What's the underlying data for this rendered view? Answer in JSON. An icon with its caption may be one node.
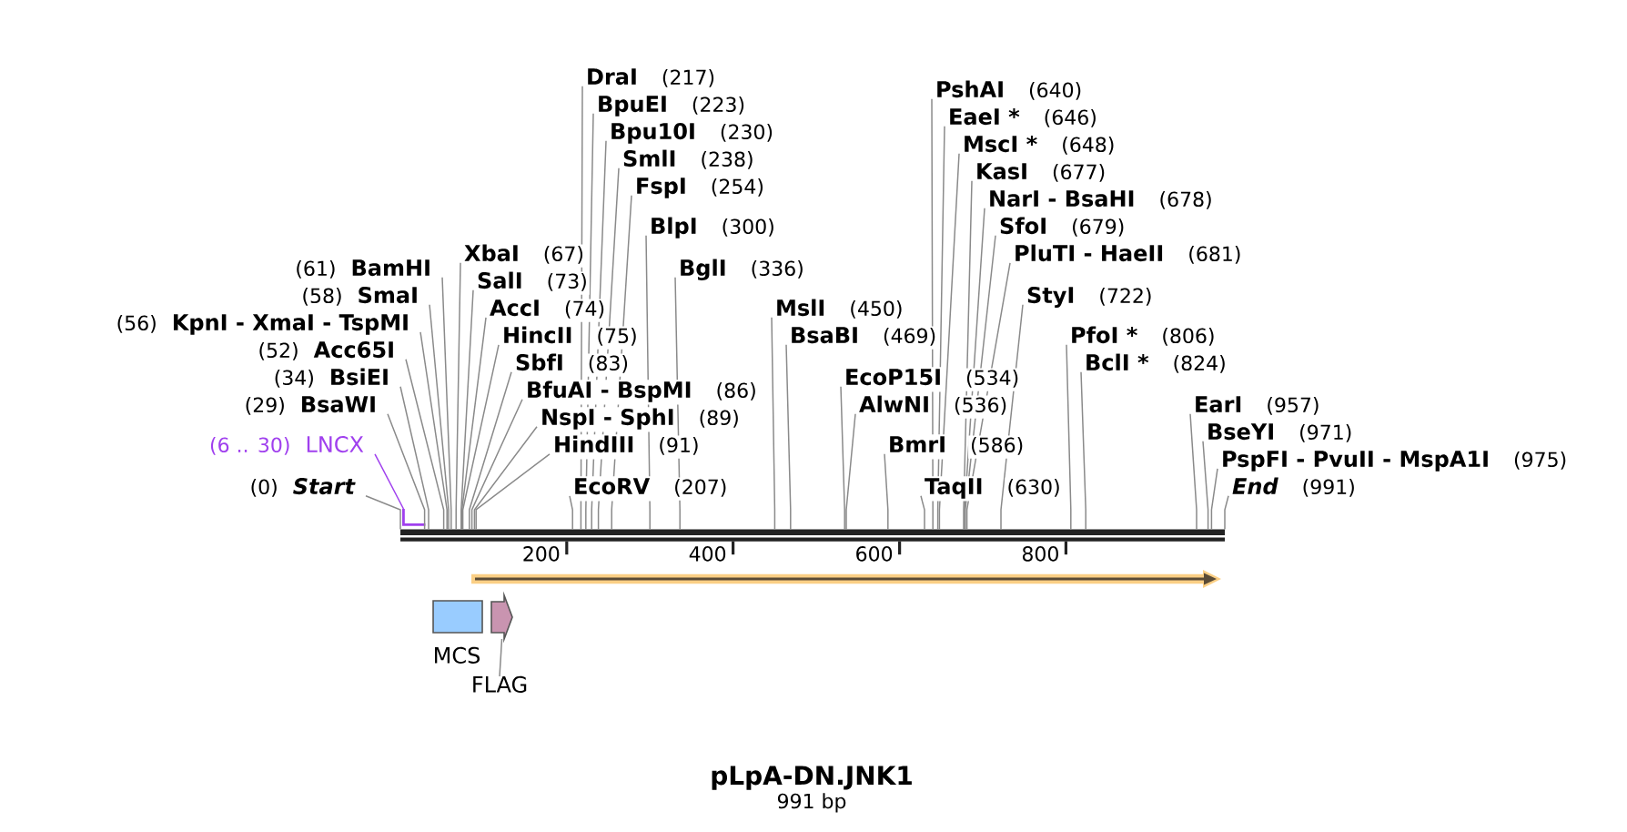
{
  "diagram": {
    "title": "pLpA-DN.JNK1",
    "caption": "991 bp",
    "nodes": [
      {
        "text": [
          "Start"
        ],
        "beside": [
          "(0)"
        ]
      },
      {
        "text": [
          "LNCX"
        ],
        "beside": [
          "(6 .. 30)"
        ]
      },
      {
        "text": [
          "BsaWI"
        ],
        "beside": [
          "(29)"
        ]
      },
      {
        "text": [
          "BsiEI"
        ],
        "beside": [
          "(34)"
        ]
      },
      {
        "text": [
          "Acc65I"
        ],
        "beside": [
          "(52)"
        ]
      },
      {
        "text": [
          "KpnI - XmaI - TspMI"
        ],
        "beside": [
          "(56)"
        ]
      },
      {
        "text": [
          "SmaI"
        ],
        "beside": [
          "(58)"
        ]
      },
      {
        "text": [
          "BamHI"
        ],
        "beside": [
          "(61)"
        ]
      },
      {
        "text": [
          "XbaI"
        ],
        "beside": [
          "(67)"
        ]
      },
      {
        "text": [
          "SalI"
        ],
        "beside": [
          "(73)"
        ]
      },
      {
        "text": [
          "AccI"
        ],
        "beside": [
          "(74)"
        ]
      },
      {
        "text": [
          "HincII"
        ],
        "beside": [
          "(75)"
        ]
      },
      {
        "text": [
          "SbfI"
        ],
        "beside": [
          "(83)"
        ]
      },
      {
        "text": [
          "BfuAI - BspMI"
        ],
        "beside": [
          "(86)"
        ]
      },
      {
        "text": [
          "NspI - SphI"
        ],
        "beside": [
          "(89)"
        ]
      },
      {
        "text": [
          "HindIII"
        ],
        "beside": [
          "(91)"
        ]
      },
      {
        "text": [
          "EcoRV"
        ],
        "beside": [
          "(207)"
        ]
      },
      {
        "text": [
          "DraI"
        ],
        "beside": [
          "(217)"
        ]
      },
      {
        "text": [
          "BpuEI"
        ],
        "beside": [
          "(223)"
        ]
      },
      {
        "text": [
          "Bpu10I"
        ],
        "beside": [
          "(230)"
        ]
      },
      {
        "text": [
          "SmlI"
        ],
        "beside": [
          "(238)"
        ]
      },
      {
        "text": [
          "FspI"
        ],
        "beside": [
          "(254)"
        ]
      },
      {
        "text": [
          "BlpI"
        ],
        "beside": [
          "(300)"
        ]
      },
      {
        "text": [
          "BglI"
        ],
        "beside": [
          "(336)"
        ]
      },
      {
        "text": [
          "MslI"
        ],
        "beside": [
          "(450)"
        ]
      },
      {
        "text": [
          "BsaBI"
        ],
        "beside": [
          "(469)"
        ]
      },
      {
        "text": [
          "EcoP15I"
        ],
        "beside": [
          "(534)"
        ]
      },
      {
        "text": [
          "AlwNI"
        ],
        "beside": [
          "(536)"
        ]
      },
      {
        "text": [
          "BmrI"
        ],
        "beside": [
          "(586)"
        ]
      },
      {
        "text": [
          "TaqII"
        ],
        "beside": [
          "(630)"
        ]
      },
      {
        "text": [
          "PshAI"
        ],
        "beside": [
          "(640)"
        ]
      },
      {
        "text": [
          "EaeI *"
        ],
        "beside": [
          "(646)"
        ]
      },
      {
        "text": [
          "MscI *"
        ],
        "beside": [
          "(648)"
        ]
      },
      {
        "text": [
          "KasI"
        ],
        "beside": [
          "(677)"
        ]
      },
      {
        "text": [
          "NarI - BsaHI"
        ],
        "beside": [
          "(678)"
        ]
      },
      {
        "text": [
          "SfoI"
        ],
        "beside": [
          "(679)"
        ]
      },
      {
        "text": [
          "PluTI - HaeII"
        ],
        "beside": [
          "(681)"
        ]
      },
      {
        "text": [
          "StyI"
        ],
        "beside": [
          "(722)"
        ]
      },
      {
        "text": [
          "PfoI *"
        ],
        "beside": [
          "(806)"
        ]
      },
      {
        "text": [
          "BclI *"
        ],
        "beside": [
          "(824)"
        ]
      },
      {
        "text": [
          "EarI"
        ],
        "beside": [
          "(957)"
        ]
      },
      {
        "text": [
          "BseYI"
        ],
        "beside": [
          "(971)"
        ]
      },
      {
        "text": [
          "PspFI - PvuII - MspA1I"
        ],
        "beside": [
          "(975)"
        ]
      },
      {
        "text": [
          "End"
        ],
        "beside": [
          "(991)"
        ]
      },
      {
        "text": [],
        "shape": "bar"
      },
      {
        "text": [],
        "shape": "bracket"
      },
      {
        "text": [],
        "shape": "arrow"
      },
      {
        "text": [
          "MCS"
        ]
      },
      {
        "text": [],
        "shape": "pentagon"
      },
      {
        "text": [
          "FLAG"
        ]
      }
    ],
    "edges": [
      {
        "from": 0,
        "to": 44,
        "arrow": "none"
      },
      {
        "from": 1,
        "to": 45,
        "arrow": "none",
        "color": "#a040ee"
      },
      {
        "from": 2,
        "to": 44,
        "arrow": "none"
      },
      {
        "from": 3,
        "to": 44,
        "arrow": "none"
      },
      {
        "from": 4,
        "to": 44,
        "arrow": "none"
      },
      {
        "from": 5,
        "to": 44,
        "arrow": "none"
      },
      {
        "from": 6,
        "to": 44,
        "arrow": "none"
      },
      {
        "from": 7,
        "to": 44,
        "arrow": "none"
      },
      {
        "from": 8,
        "to": 44,
        "arrow": "none"
      },
      {
        "from": 9,
        "to": 44,
        "arrow": "none"
      },
      {
        "from": 10,
        "to": 44,
        "arrow": "none"
      },
      {
        "from": 11,
        "to": 44,
        "arrow": "none"
      },
      {
        "from": 12,
        "to": 44,
        "arrow": "none"
      },
      {
        "from": 13,
        "to": 44,
        "arrow": "none"
      },
      {
        "from": 14,
        "to": 44,
        "arrow": "none"
      },
      {
        "from": 15,
        "to": 44,
        "arrow": "none"
      },
      {
        "from": 16,
        "to": 44,
        "arrow": "none"
      },
      {
        "from": 17,
        "to": 44,
        "arrow": "none"
      },
      {
        "from": 18,
        "to": 44,
        "arrow": "none"
      },
      {
        "from": 19,
        "to": 44,
        "arrow": "none"
      },
      {
        "from": 20,
        "to": 44,
        "arrow": "none"
      },
      {
        "from": 21,
        "to": 44,
        "arrow": "none"
      },
      {
        "from": 22,
        "to": 44,
        "arrow": "none"
      },
      {
        "from": 23,
        "to": 44,
        "arrow": "none"
      },
      {
        "from": 24,
        "to": 44,
        "arrow": "none"
      },
      {
        "from": 25,
        "to": 44,
        "arrow": "none"
      },
      {
        "from": 26,
        "to": 44,
        "arrow": "none"
      },
      {
        "from": 27,
        "to": 44,
        "arrow": "none"
      },
      {
        "from": 28,
        "to": 44,
        "arrow": "none"
      },
      {
        "from": 29,
        "to": 44,
        "arrow": "none"
      },
      {
        "from": 30,
        "to": 44,
        "arrow": "none"
      },
      {
        "from": 31,
        "to": 44,
        "arrow": "none"
      },
      {
        "from": 32,
        "to": 44,
        "arrow": "none"
      },
      {
        "from": 33,
        "to": 44,
        "arrow": "none"
      },
      {
        "from": 34,
        "to": 44,
        "arrow": "none"
      },
      {
        "from": 35,
        "to": 44,
        "arrow": "none"
      },
      {
        "from": 36,
        "to": 44,
        "arrow": "none"
      },
      {
        "from": 37,
        "to": 44,
        "arrow": "none"
      },
      {
        "from": 38,
        "to": 44,
        "arrow": "none"
      },
      {
        "from": 39,
        "to": 44,
        "arrow": "none"
      },
      {
        "from": 40,
        "to": 44,
        "arrow": "none"
      },
      {
        "from": 41,
        "to": 44,
        "arrow": "none"
      },
      {
        "from": 42,
        "to": 44,
        "arrow": "none"
      },
      {
        "from": 43,
        "to": 44,
        "arrow": "none"
      },
      {
        "from": 49,
        "to": 48,
        "arrow": "none"
      }
    ],
    "labels": [
      "200",
      "400",
      "600",
      "800"
    ]
  }
}
